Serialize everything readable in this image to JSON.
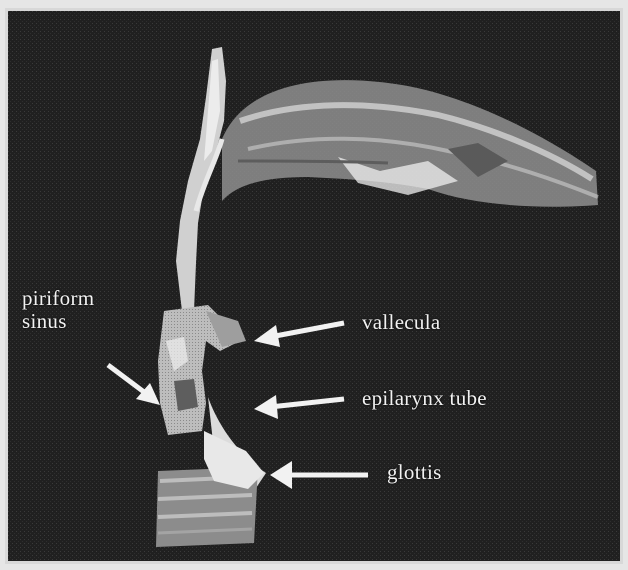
{
  "figure": {
    "labels": {
      "piriform_sinus": "piriform\nsinus",
      "vallecula": "vallecula",
      "epilarynx_tube": "epilarynx tube",
      "glottis": "glottis"
    },
    "colors": {
      "background": "#1f1f1f",
      "tissue": "#d9d9d9",
      "label_text": "#f2f2f2"
    }
  }
}
